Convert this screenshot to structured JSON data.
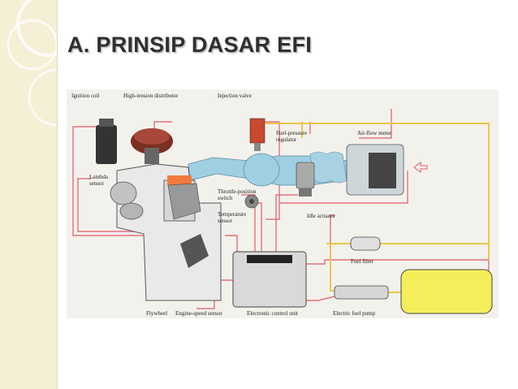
{
  "slide": {
    "title": "A. PRINSIP DASAR EFI"
  },
  "diagram": {
    "labels": {
      "ignition_coil": "Ignition coil",
      "distributor": "High-tension distributor",
      "injection_valve": "Injection valve",
      "fuel_pressure_regulator_1": "Fuel-pressure",
      "fuel_pressure_regulator_2": "regulator",
      "air_flow_meter": "Air-flow meter",
      "lambda_sensor_1": "Lambda",
      "lambda_sensor_2": "sensor",
      "throttle_switch_1": "Throttle-position",
      "throttle_switch_2": "switch",
      "temperature_sensor_1": "Temperature",
      "temperature_sensor_2": "sensor",
      "idle_actuator": "Idle actuator",
      "fuel_filter": "Fuel filter",
      "flywheel": "Flywheel",
      "engine_speed_sensor": "Engine-speed sensor",
      "ecu": "Electronic control unit",
      "fuel_pump": "Electric fuel pump"
    },
    "colors": {
      "signal_wire": "#e05a66",
      "fuel_line": "#e8c84a",
      "intake_air": "#9fcfe2",
      "fuel_tank": "#f4ee5a",
      "engine_block": "#e9e9e9",
      "ecu_body": "#d9d9d9"
    }
  }
}
